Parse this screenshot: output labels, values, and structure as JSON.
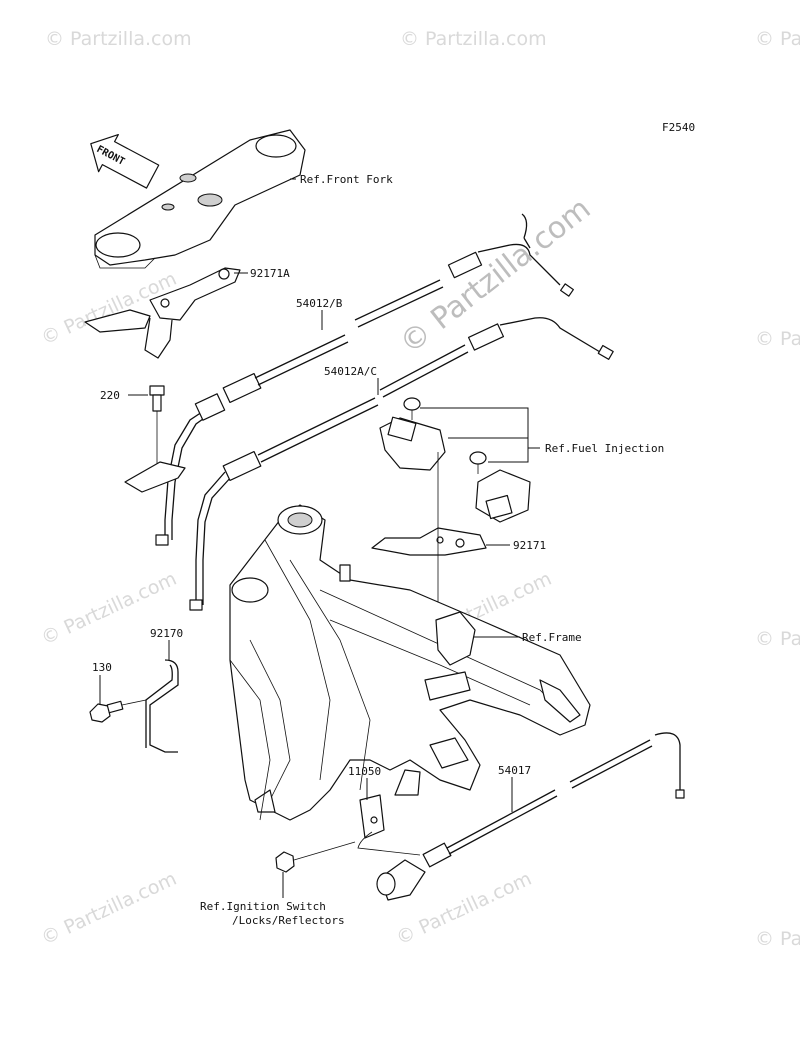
{
  "diagram": {
    "figure_code": "F2540",
    "front_arrow": "FRONT",
    "watermark": "© Partzilla.com",
    "labels": {
      "ref_front_fork": "Ref.Front Fork",
      "p92171A": "92171A",
      "p54012B": "54012/B",
      "p54012AC": "54012A/C",
      "p220": "220",
      "ref_fuel_injection": "Ref.Fuel Injection",
      "p92171": "92171",
      "ref_frame": "Ref.Frame",
      "p92170": "92170",
      "p130": "130",
      "p11050": "11050",
      "p54017": "54017",
      "ref_ignition_1": "Ref.Ignition Switch",
      "ref_ignition_2": "/Locks/Reflectors"
    }
  }
}
